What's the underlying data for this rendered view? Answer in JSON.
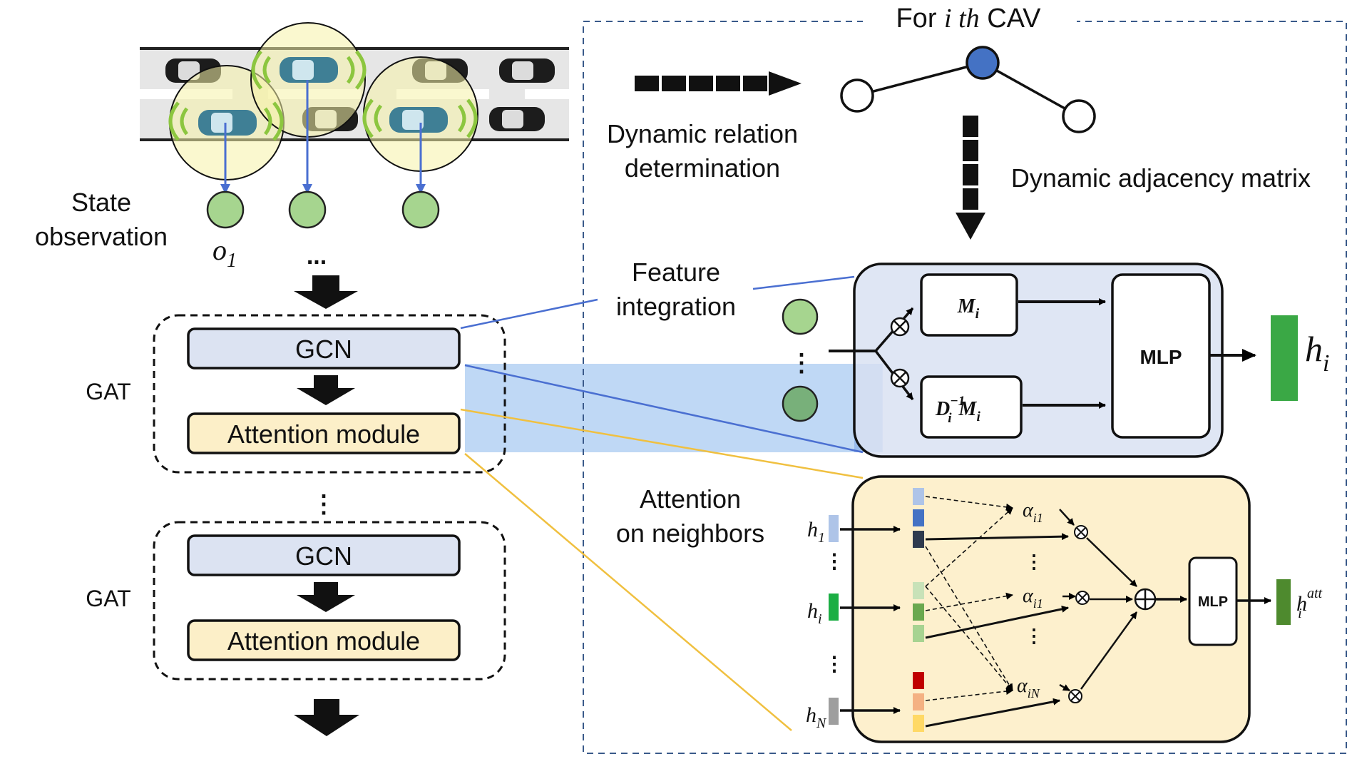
{
  "header": {
    "title_prefix": "For ",
    "title_var": "i th",
    "title_suffix": " CAV"
  },
  "left": {
    "state_observation_line1": "State",
    "state_observation_line2": "observation",
    "obs_label": "o",
    "obs_sub": "1",
    "ellipsis": "...",
    "gat_label_1": "GAT",
    "gat_label_2": "GAT",
    "gcn_label_1": "GCN",
    "gcn_label_2": "GCN",
    "attention_label_1": "Attention module",
    "attention_label_2": "Attention module",
    "vertical_ellipsis": "⋮"
  },
  "right": {
    "dynamic_relation_line1": "Dynamic relation",
    "dynamic_relation_line2": "determination",
    "dynamic_adjacency": "Dynamic adjacency matrix",
    "feature_integration_line1": "Feature",
    "feature_integration_line2": "integration",
    "attention_neighbors_line1": "Attention",
    "attention_neighbors_line2": "on neighbors",
    "m_i": "M",
    "m_i_sub": "i",
    "d_m_prefix": "D",
    "d_m_sup": "−1",
    "d_m_sub": "i",
    "d_m_suffix": "M",
    "d_m_suffix_sub": "i",
    "mlp_big": "MLP",
    "h_i_big": "h",
    "h_i_big_sub": "i",
    "mlp_small": "MLP",
    "h_att": "h",
    "h_att_sup": "att",
    "h_att_sub": "i",
    "h1": "h",
    "h1_sub": "1",
    "hi": "h",
    "hi_sub": "i",
    "hN": "h",
    "hN_sub": "N",
    "alpha": "α",
    "alpha_i1_a": "i1",
    "alpha_i1_b": "i1",
    "alpha_iN": "iN"
  },
  "colors": {
    "gcn_fill": "#dce3f2",
    "attention_fill": "#fcefc8",
    "feature_panel_fill": "#dbe3f2",
    "attention_panel_fill": "#fdf0cd",
    "node_green": "#a6d58f",
    "node_blue": "#4472c4",
    "bar_green": "#3aa845",
    "bar_dark_green": "#4e8a2e",
    "connector_blue": "#4a6fd1",
    "connector_yellow": "#f0c040",
    "highlight_band": "#a9cbf2"
  }
}
